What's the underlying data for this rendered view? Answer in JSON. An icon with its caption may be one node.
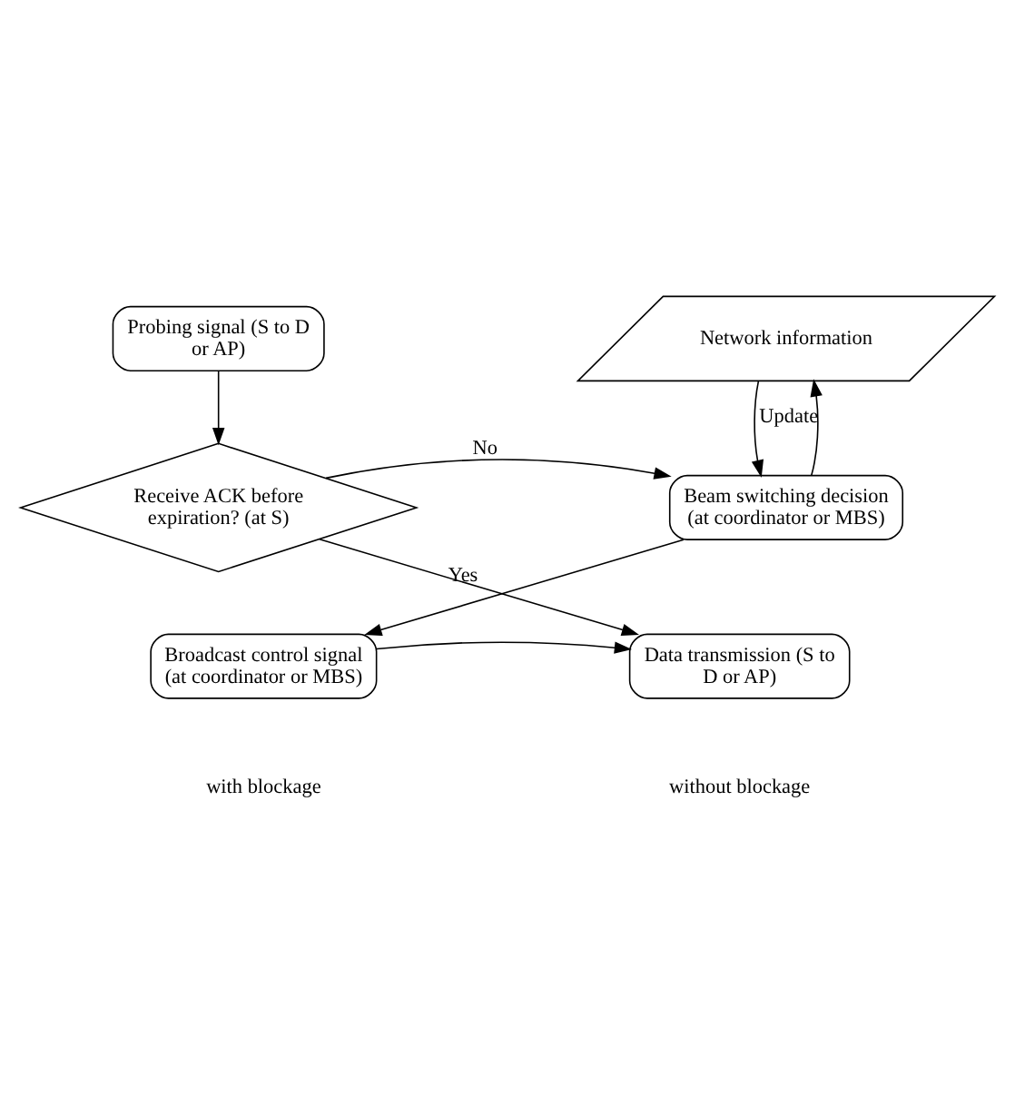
{
  "diagram": {
    "nodes": [
      {
        "text": [
          "Probing signal (S to D or AP)"
        ]
      },
      {
        "text": [
          "Receive ACK before expiration? (at S)"
        ]
      },
      {
        "text": [
          "Data transmission (S to D or AP)"
        ]
      },
      {
        "text": [
          "Network information"
        ]
      },
      {
        "text": [
          "Beam switching decision (at coordinator or MBS)"
        ]
      },
      {
        "text": [
          "Broadcast control signal (at coordinator or MBS)"
        ]
      }
    ],
    "edges": [
      {
        "from": 0,
        "to": 1,
        "arrow": "to"
      },
      {
        "from": 1,
        "to": 4,
        "arrow": "to",
        "label": "No"
      },
      {
        "from": 1,
        "to": 2,
        "arrow": "to",
        "label": "Yes"
      },
      {
        "from": 3,
        "to": 4,
        "arrow": "to"
      },
      {
        "from": 4,
        "to": 5,
        "arrow": "to"
      },
      {
        "from": 5,
        "to": 2,
        "arrow": "to"
      },
      {
        "from": 4,
        "to": 3,
        "arrow": "to",
        "label": "Update"
      }
    ],
    "labels": [
      "without blockage",
      "with blockage"
    ]
  }
}
